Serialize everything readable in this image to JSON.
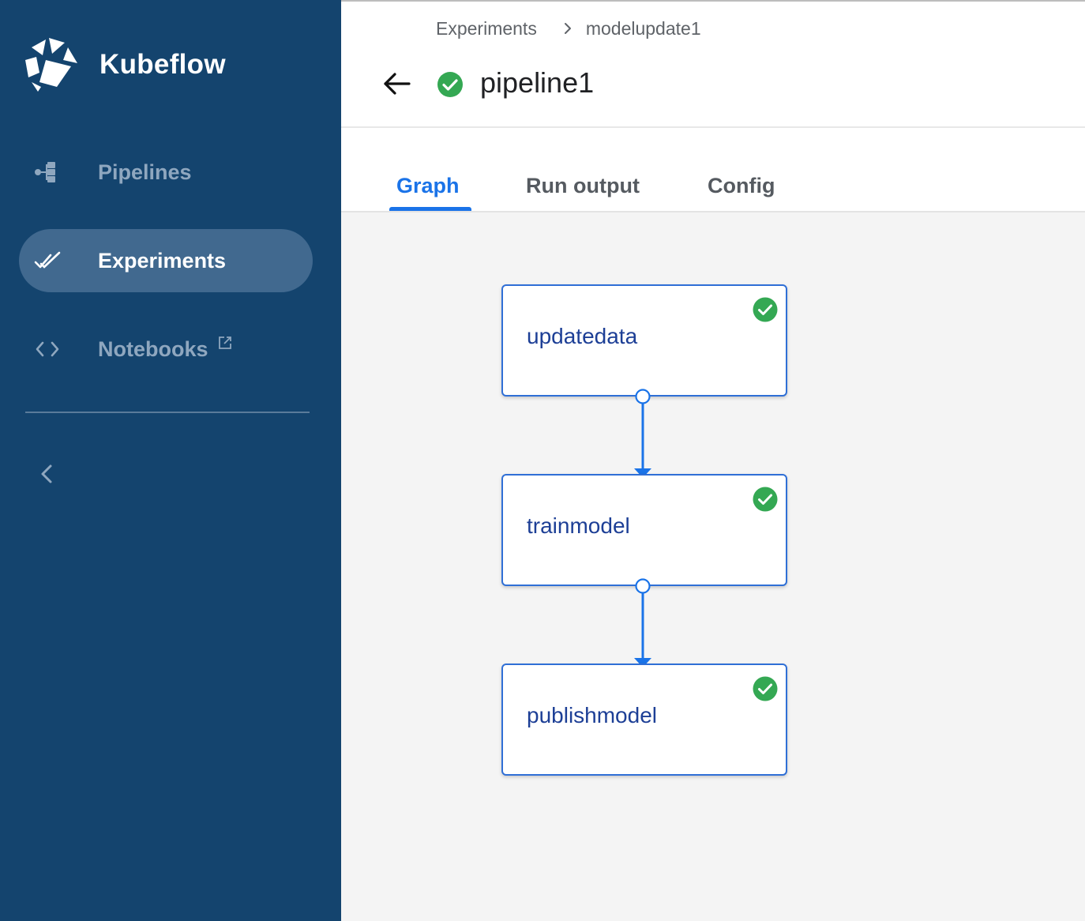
{
  "sidebar": {
    "brand": "Kubeflow",
    "items": [
      {
        "label": "Pipelines",
        "icon": "pipelines-icon",
        "active": false
      },
      {
        "label": "Experiments",
        "icon": "experiments-icon",
        "active": true
      },
      {
        "label": "Notebooks",
        "icon": "code-icon",
        "external": true,
        "active": false
      }
    ],
    "collapse_icon": "chevron-left-icon"
  },
  "header": {
    "breadcrumbs": [
      "Experiments",
      "modelupdate1"
    ],
    "title": "pipeline1",
    "status": "succeeded"
  },
  "tabs": [
    {
      "label": "Graph",
      "active": true
    },
    {
      "label": "Run output",
      "active": false
    },
    {
      "label": "Config",
      "active": false
    }
  ],
  "graph": {
    "nodes": [
      {
        "label": "updatedata",
        "status": "succeeded"
      },
      {
        "label": "trainmodel",
        "status": "succeeded"
      },
      {
        "label": "publishmodel",
        "status": "succeeded"
      }
    ]
  },
  "colors": {
    "sidebar_bg": "#14446e",
    "sidebar_active": "#41698f",
    "accent": "#1a73e8",
    "success": "#34a853",
    "node_border": "#2f6fd6",
    "canvas_bg": "#f4f4f4"
  }
}
